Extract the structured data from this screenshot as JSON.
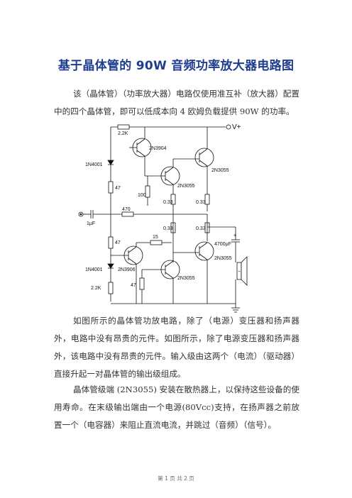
{
  "title": "基于晶体管的 90W 音频功率放大器电路图",
  "paragraphs": [
    "该（晶体管）（功率放大器）电路仅使用准互补（放大器）配置中的四个晶体管，即可以低成本向 4 欧姆负载提供 90W 的功率。",
    "如图所示的晶体管功放电路，除了（电源）变压器和扬声器外，电路中没有昂贵的元件。如图所示，除了电源变压器和扬声器外，该电路中没有昂贵的元件。输入级由这两个（电流）（驱动器）直接升起一对晶体管的输出级组成。",
    "晶体管级端 (2N3055) 安装在散热器上，以保持这些设备的使用寿命。在末级输出端由一个电源(80Vcc)支持，在扬声器之前放置一个（电容器）来阻止直流电流，并跳过（音频）（信号）。"
  ],
  "circuit": {
    "vplus": "V+",
    "r_22k_top": "2.2K",
    "q_2n3904": "2N3904",
    "d_top": "1N4001",
    "q_2n3055_top_right": "2N3055",
    "q_2n3055_top_mid": "2N3055",
    "r_47_top": "47",
    "r_100": "100",
    "r_033_a": "0.33",
    "r_033_b": "0.33",
    "r_470": "470",
    "c_1uf": "1μF",
    "r_033_c": "0.33",
    "r_033_d": "0.33",
    "r_15": "15",
    "c_4700uf": "4700μF",
    "r_47_mid": "47",
    "q_2n3055_bot_right": "2N3055",
    "d_bot": "1N4001",
    "q_2n3906": "2N3906",
    "q_2n3055_bot_mid": "2N3055",
    "r_22k_bot": "2.2K",
    "r_47_bot": "47",
    "plus_sign": "+",
    "minus_sign": "−"
  },
  "footer": "第 1 页 共 2 页"
}
